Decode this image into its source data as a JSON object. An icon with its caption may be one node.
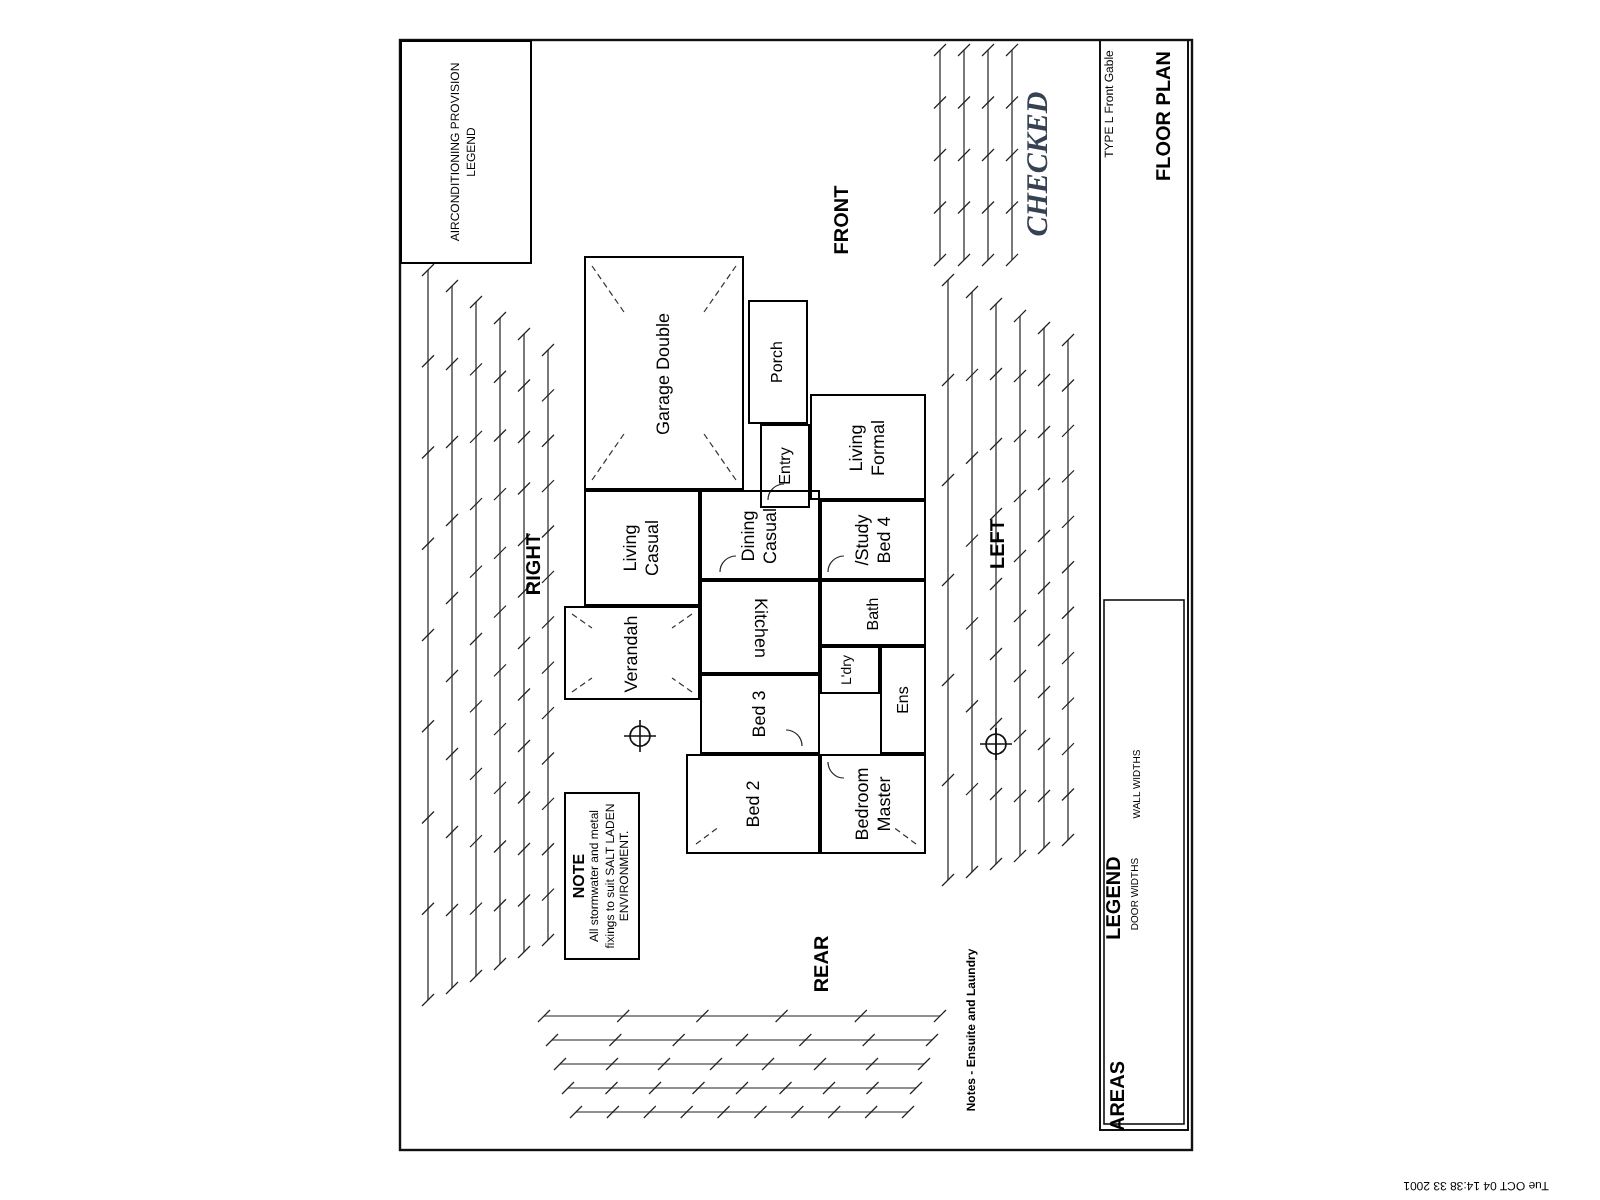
{
  "diagram": {
    "title": "FLOOR PLAN",
    "nodes": [
      {
        "text": [
          "Garage Double"
        ]
      },
      {
        "text": [
          "Porch"
        ]
      },
      {
        "text": [
          "Entry"
        ]
      },
      {
        "text": [
          "Living Formal"
        ]
      },
      {
        "text": [
          "Living Casual"
        ]
      },
      {
        "text": [
          "Dining Casual"
        ]
      },
      {
        "text": [
          "/Study Bed 4"
        ]
      },
      {
        "text": [
          "Kitchen"
        ]
      },
      {
        "text": [
          "Bath"
        ]
      },
      {
        "text": [
          "Verandah"
        ]
      },
      {
        "text": [
          "L'dry"
        ]
      },
      {
        "text": [
          "Bed 3"
        ]
      },
      {
        "text": [
          "Ens"
        ]
      },
      {
        "text": [
          "Bed 2"
        ]
      },
      {
        "text": [
          "Bedroom Master"
        ]
      },
      {
        "text": [
          "NOTE",
          "All stormwater and metal fixings to suit SALT LADEN ENVIRONMENT."
        ]
      },
      {
        "text": [
          "AIRCONDITIONING PROVISION LEGEND"
        ]
      }
    ],
    "labels": [
      "FRONT",
      "RIGHT",
      "LEFT",
      "REAR",
      "CHECKED",
      "TYPE L Front Gable",
      "WALL WIDTHS",
      "LEGEND",
      "DOOR WIDTHS",
      "AREAS",
      "Notes - Ensuite and Laundry",
      "Tue OCT 04 14:38 33 2001"
    ]
  }
}
